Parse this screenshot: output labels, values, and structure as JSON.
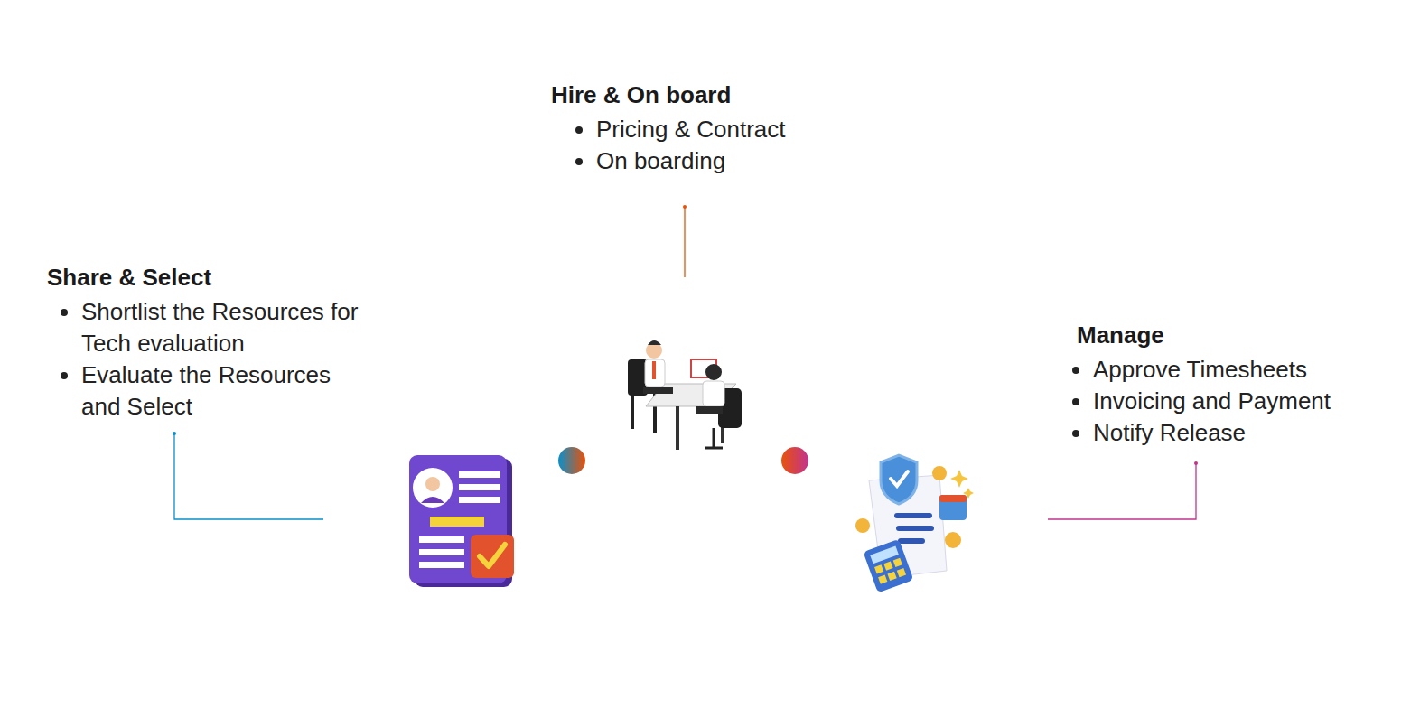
{
  "diagram": {
    "nodes": [
      {
        "text": [
          "Share & Select",
          "Shortlist the Resources for Tech evaluation",
          "Evaluate the Resources and Select"
        ]
      },
      {
        "text": [
          "Hire & On board",
          "Pricing & Contract",
          "On boarding"
        ]
      },
      {
        "text": [
          "Manage",
          "Approve Timesheets",
          "Invoicing and Payment",
          "Notify Release"
        ]
      }
    ]
  }
}
